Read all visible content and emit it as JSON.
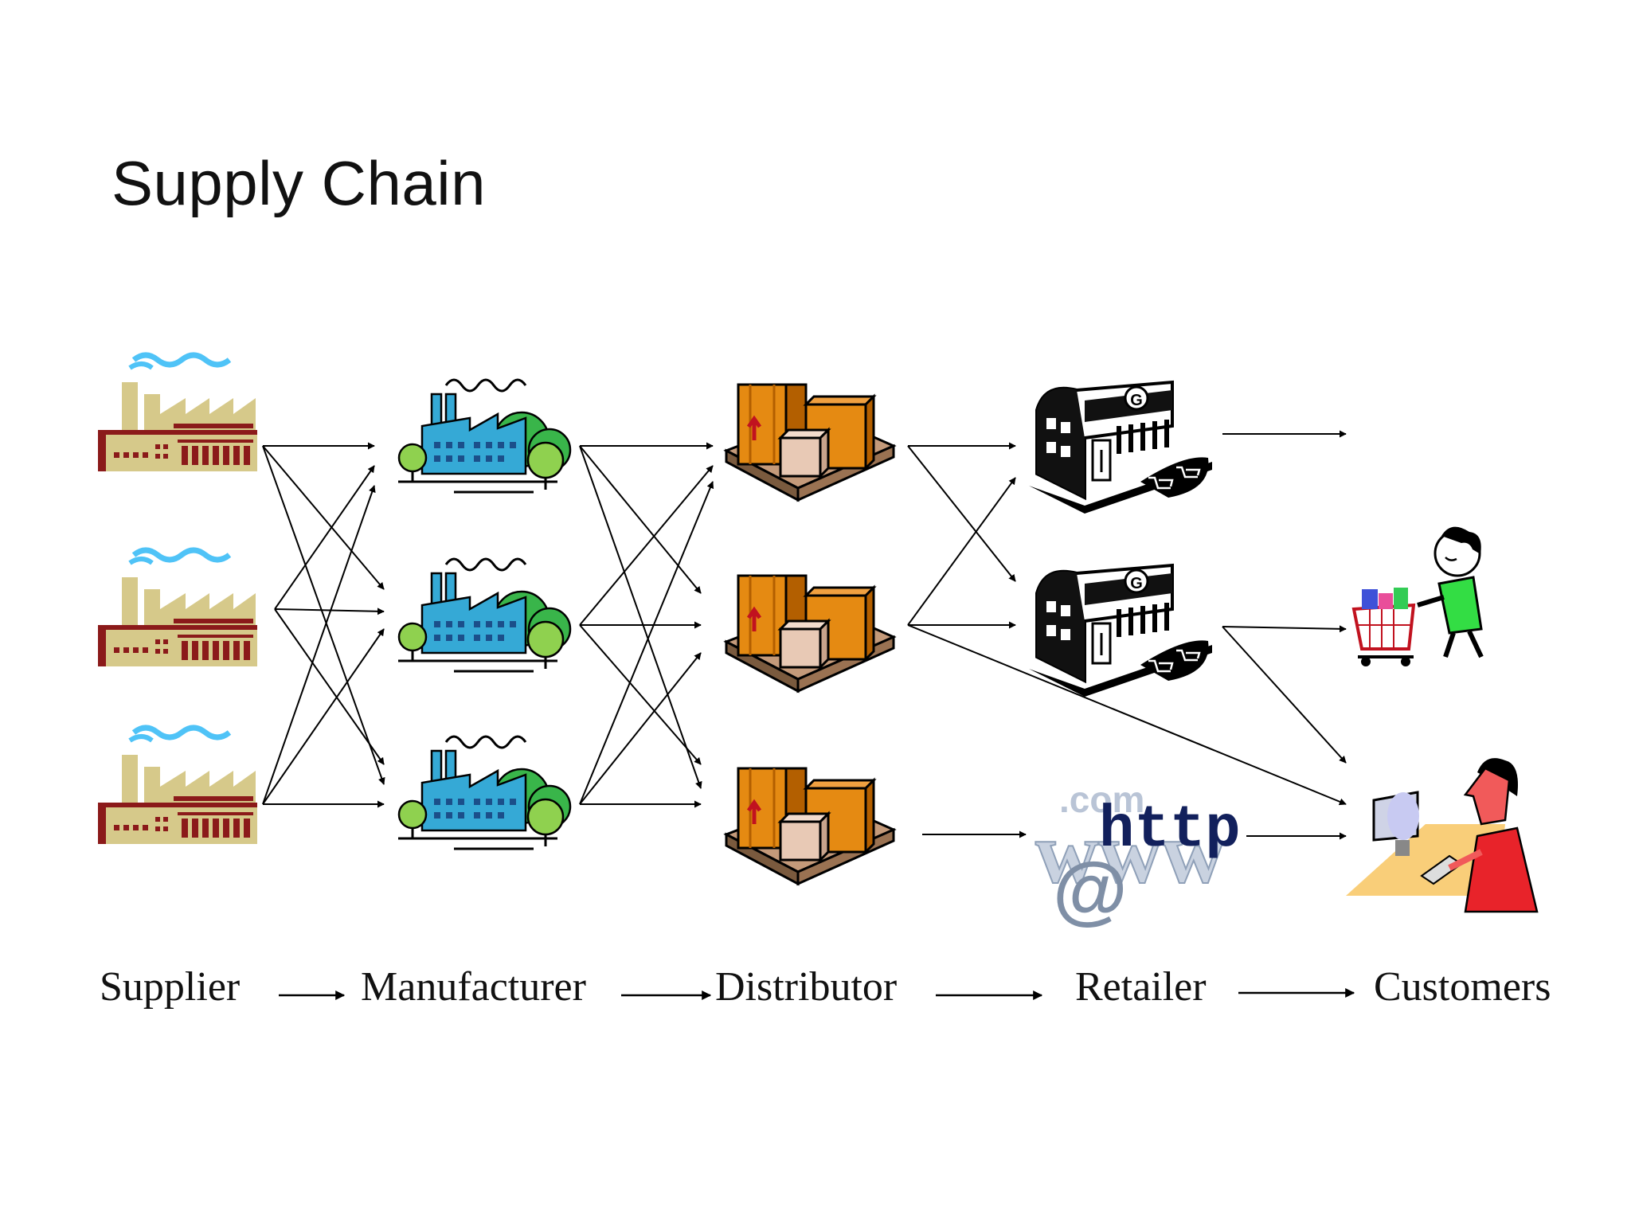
{
  "title": "Supply Chain",
  "stages": [
    {
      "key": "supplier",
      "label": "Supplier"
    },
    {
      "key": "manufacturer",
      "label": "Manufacturer"
    },
    {
      "key": "distributor",
      "label": "Distributor"
    },
    {
      "key": "retailer",
      "label": "Retailer"
    },
    {
      "key": "customers",
      "label": "Customers"
    }
  ],
  "web_icon": {
    "text_http": "http",
    "text_com": ".com",
    "text_www": "www",
    "text_at": "@"
  },
  "store_sign": "G",
  "colors": {
    "factory_tan": "#d6c98a",
    "factory_maroon": "#8b1a1a",
    "smoke_blue": "#4fc3f7",
    "plant_blue": "#35a9d6",
    "plant_green": "#39b54a",
    "box_orange": "#e58a12",
    "box_dark": "#b35f00",
    "box_light": "#e8c9b5",
    "shopper_green": "#33dd44",
    "customer_red": "#e8232a",
    "desk_yellow": "#f8c96a"
  }
}
